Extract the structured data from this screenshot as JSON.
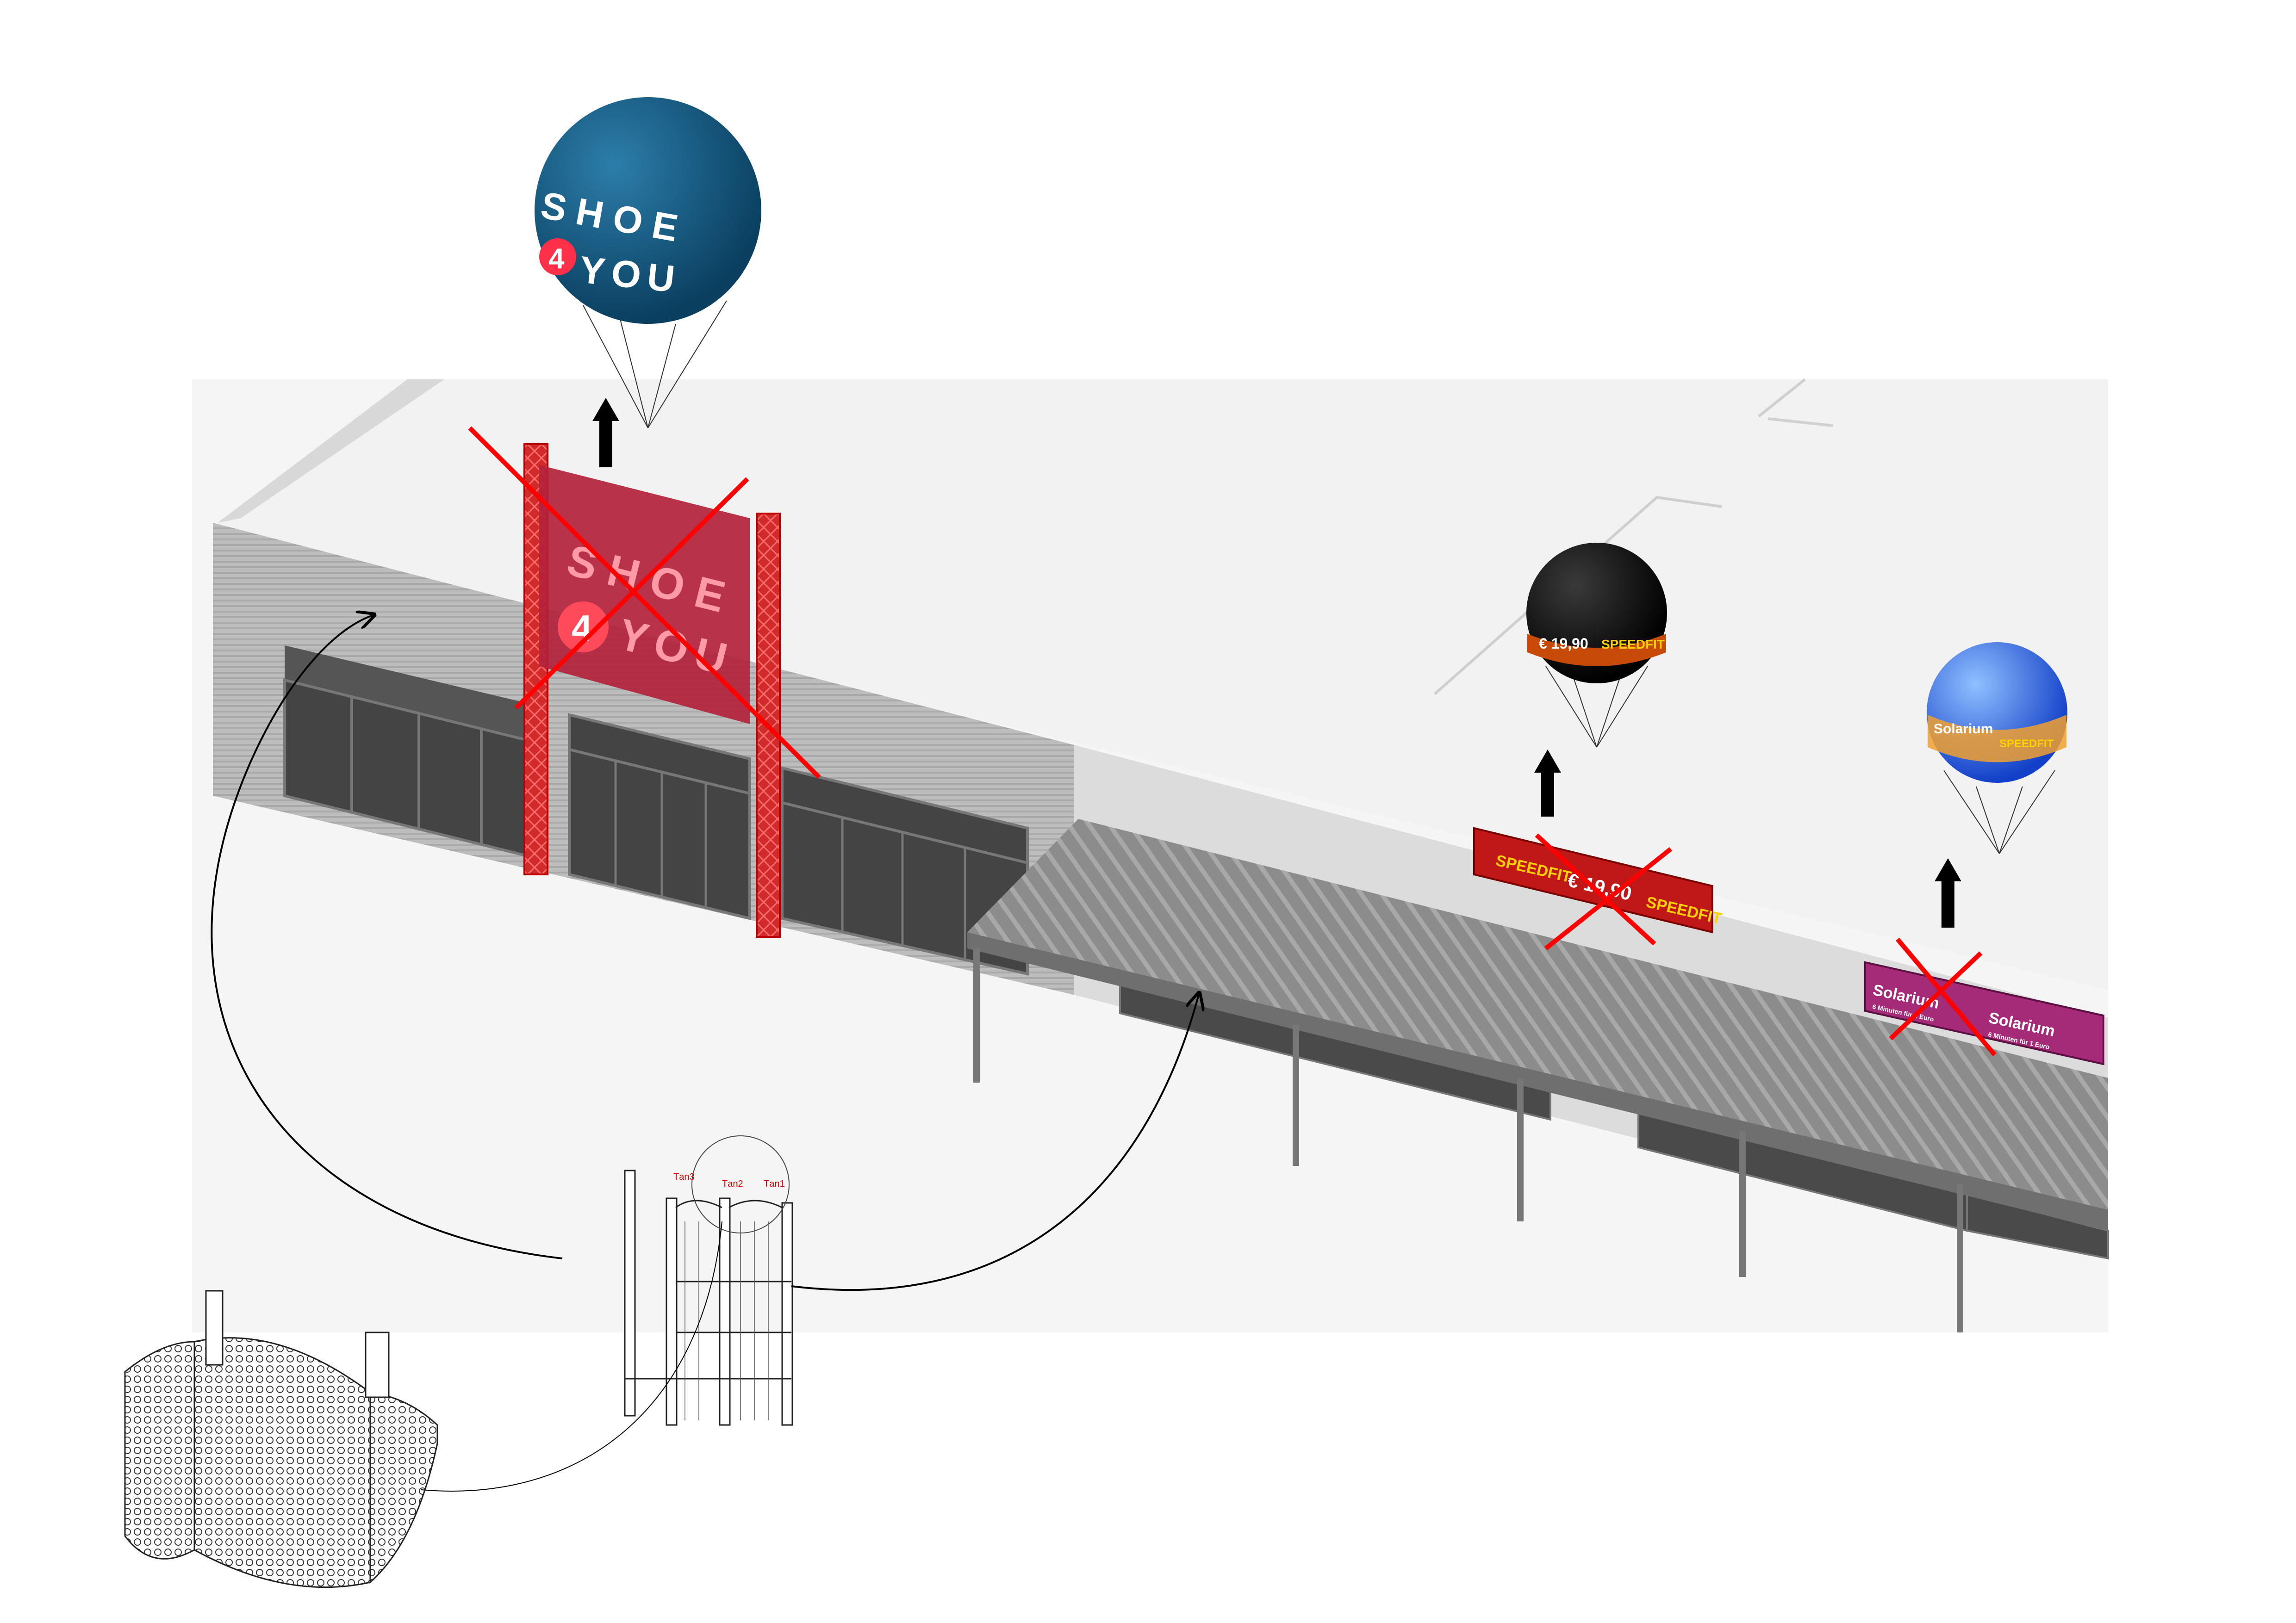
{
  "balloons": {
    "shoe": {
      "line1": "SHOE",
      "line2_num": "4",
      "line2": "YOU",
      "color": "#0b4a6e"
    },
    "speedfit": {
      "price": "€ 19,90",
      "brand": "SPEEDFIT",
      "color": "#000000"
    },
    "solarium": {
      "title": "Solarium",
      "brand": "SPEEDFIT",
      "color": "#1f63e0"
    }
  },
  "old_signs": {
    "shoe": {
      "line1": "SHOE",
      "line2_num": "4",
      "line2": "YOU",
      "color": "#b3223b"
    },
    "speedfit": {
      "brand_left": "SPEEDFIT",
      "price": "€ 19,90",
      "brand_right": "SPEEDFIT",
      "color": "#c01818"
    },
    "solarium": {
      "title_left": "Solarium",
      "sub_left": "6 Minuten für 1 Euro",
      "title_right": "Solarium",
      "sub_right": "6 Minuten für 1 Euro",
      "color": "#a02a70"
    }
  },
  "detail_labels": [
    "Tаn3",
    "Tаn2",
    "Tаn1"
  ],
  "colors": {
    "removal_mark": "#ff0000",
    "arrow": "#000000",
    "canopy": "#8a8a8a",
    "facade": "#b8b8b8"
  }
}
